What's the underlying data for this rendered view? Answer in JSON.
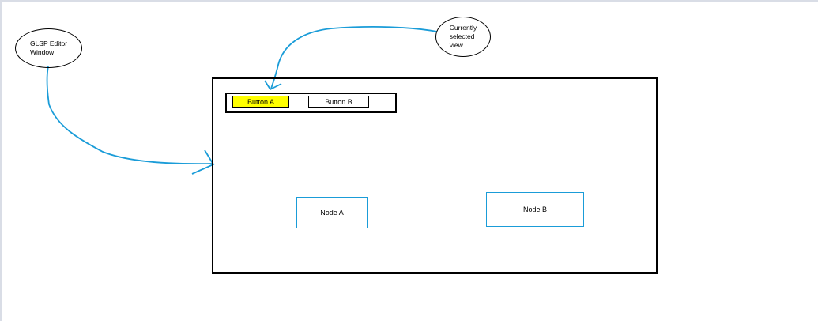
{
  "annotations": {
    "editor_window": "GLSP Editor\nWindow",
    "selected_view": "Currently\nselected\nview"
  },
  "toolbar": {
    "button_a": "Button A",
    "button_b": "Button B"
  },
  "nodes": {
    "node_a": "Node A",
    "node_b": "Node B"
  },
  "colors": {
    "arrow": "#1a9cd8",
    "selected_button": "#ffff00",
    "node_border": "#1a9cd8"
  }
}
